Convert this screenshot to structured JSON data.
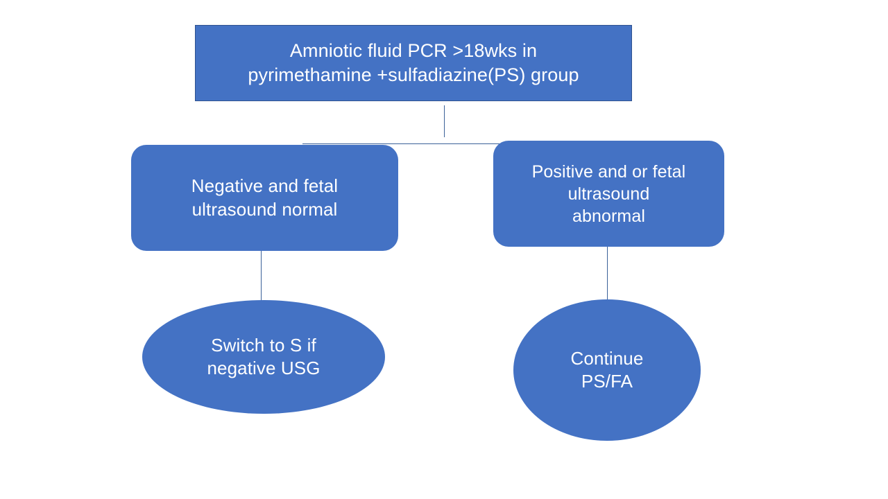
{
  "diagram": {
    "type": "flowchart",
    "title": "Amniotic fluid PCR management algorithm",
    "background_color": "#FFFFFF",
    "shape_fill_color": "#4472C4",
    "shape_text_color": "#FFFFFF",
    "connector_color": "#3A6098",
    "nodes": {
      "root": {
        "shape": "rectangle",
        "text": "Amniotic fluid PCR >18wks in\npyrimethamine +sulfadiazine(PS) group"
      },
      "left_branch": {
        "shape": "rounded-rectangle",
        "text": "Negative and fetal\nultrasound   normal"
      },
      "right_branch": {
        "shape": "rounded-rectangle",
        "text": "Positive and or fetal\nultrasound\nabnormal"
      },
      "left_outcome": {
        "shape": "ellipse",
        "text": "Switch to S if\nnegative USG"
      },
      "right_outcome": {
        "shape": "ellipse",
        "text": "Continue\nPS/FA"
      }
    },
    "edges": [
      {
        "from": "root",
        "to": "left_branch",
        "style": "elbow"
      },
      {
        "from": "root",
        "to": "right_branch",
        "style": "elbow"
      },
      {
        "from": "left_branch",
        "to": "left_outcome",
        "style": "straight"
      },
      {
        "from": "right_branch",
        "to": "right_outcome",
        "style": "straight"
      }
    ]
  }
}
